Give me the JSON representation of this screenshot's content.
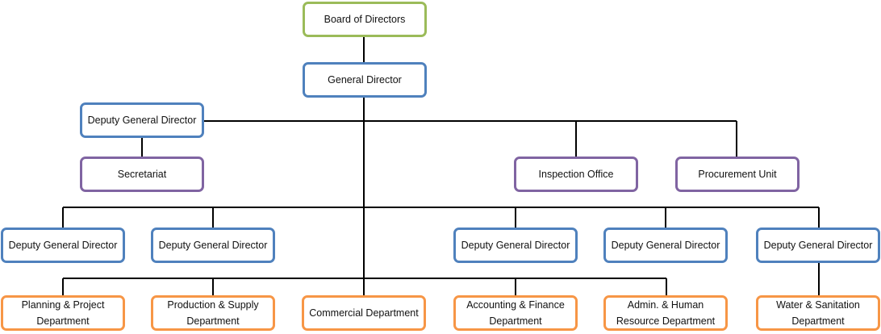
{
  "colors": {
    "board": "#9bbb59",
    "director": "#4f81bd",
    "office": "#8064a2",
    "department": "#f79646",
    "connector": "#000000"
  },
  "board": "Board of Directors",
  "general_director": "General Director",
  "deputy_top": "Deputy General Director",
  "secretariat": "Secretariat",
  "inspection": "Inspection Office",
  "procurement": "Procurement Unit",
  "deputies": [
    "Deputy General Director",
    "Deputy General Director",
    "Deputy General Director",
    "Deputy General Director",
    "Deputy General Director"
  ],
  "departments": [
    "Planning & Project Department",
    "Production & Supply Department",
    "Commercial Department",
    "Accounting & Finance Department",
    "Admin. & Human Resource Department",
    "Water & Sanitation Department"
  ]
}
